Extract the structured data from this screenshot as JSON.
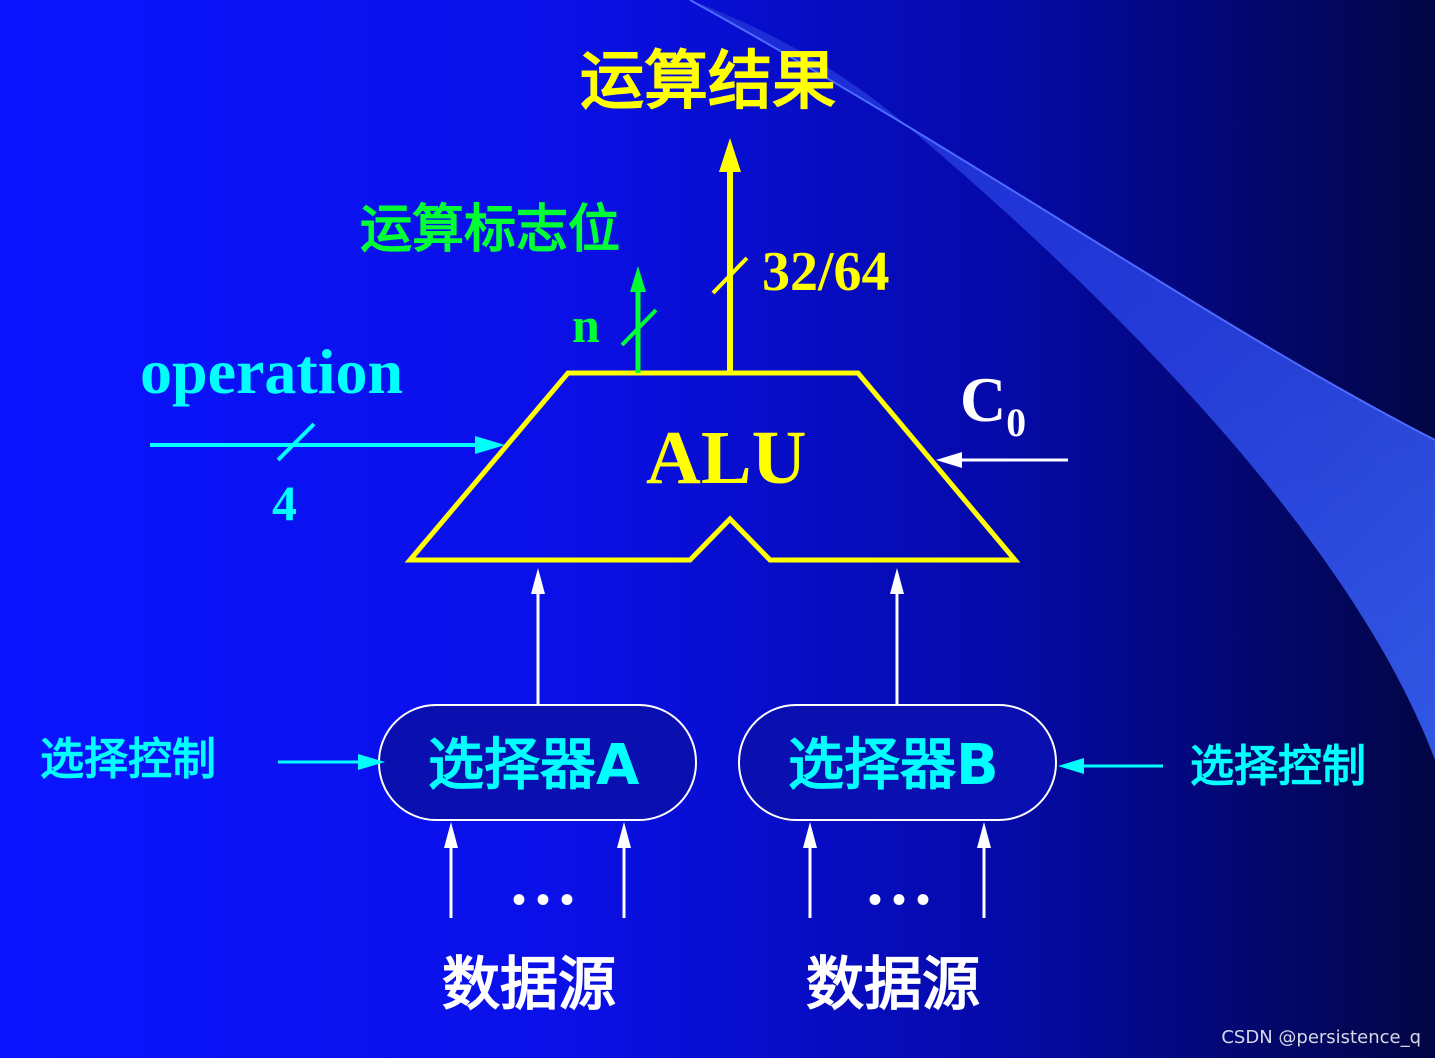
{
  "labels": {
    "result": "运算结果",
    "flags": "运算标志位",
    "flag_width": "n",
    "result_width": "32/64",
    "operation": "operation",
    "operation_width": "4",
    "alu": "ALU",
    "carry_in_base": "C",
    "carry_in_sub": "0",
    "mux_a": "选择器A",
    "mux_b": "选择器B",
    "select_control_left": "选择控制",
    "select_control_right": "选择控制",
    "ellipsis_left": "• • •",
    "ellipsis_right": "• • •",
    "data_source_left": "数据源",
    "data_source_right": "数据源"
  },
  "watermark": "CSDN @persistence_q",
  "colors": {
    "alu_outline": "#ffff00",
    "result_text": "#ffff00",
    "flag_text": "#00ff33",
    "control_text": "#00ffff",
    "arrows_white": "#ffffff"
  }
}
